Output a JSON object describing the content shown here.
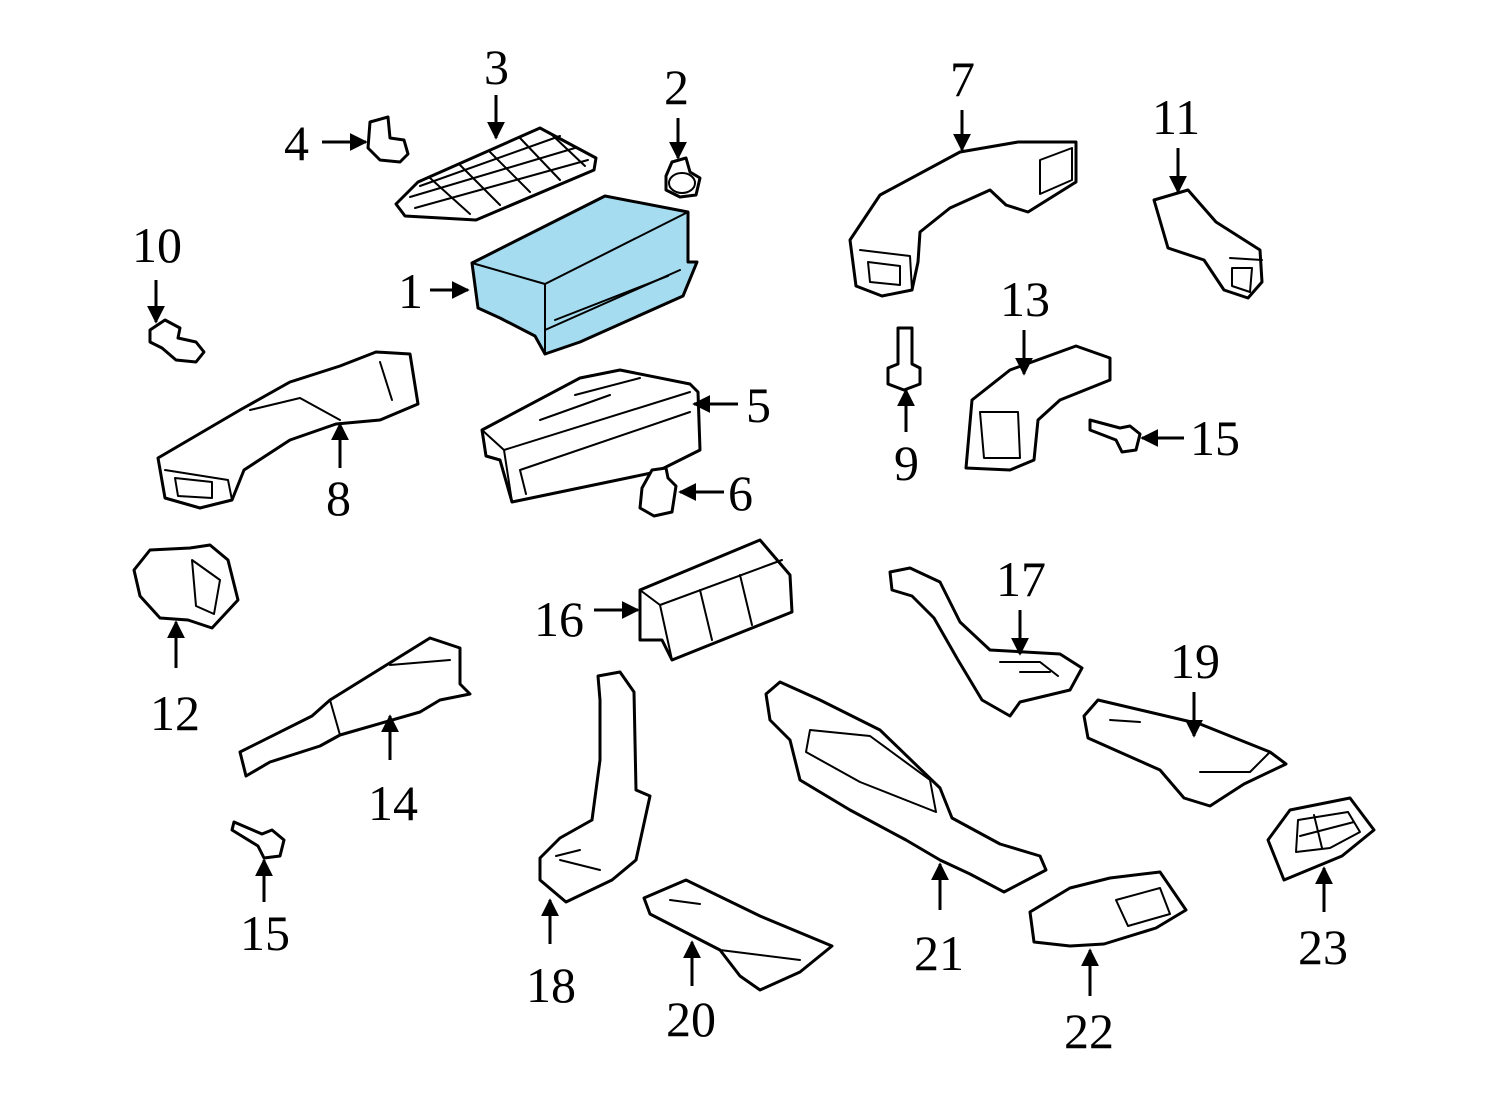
{
  "diagram": {
    "highlight_color": "#a6dcf0",
    "line_color": "#000000",
    "parts": [
      {
        "id": "1",
        "label": "1"
      },
      {
        "id": "2",
        "label": "2"
      },
      {
        "id": "3",
        "label": "3"
      },
      {
        "id": "4",
        "label": "4"
      },
      {
        "id": "5",
        "label": "5"
      },
      {
        "id": "6",
        "label": "6"
      },
      {
        "id": "7",
        "label": "7"
      },
      {
        "id": "8",
        "label": "8"
      },
      {
        "id": "9",
        "label": "9"
      },
      {
        "id": "10",
        "label": "10"
      },
      {
        "id": "11",
        "label": "11"
      },
      {
        "id": "12",
        "label": "12"
      },
      {
        "id": "13",
        "label": "13"
      },
      {
        "id": "14",
        "label": "14"
      },
      {
        "id": "15a",
        "label": "15"
      },
      {
        "id": "15b",
        "label": "15"
      },
      {
        "id": "16",
        "label": "16"
      },
      {
        "id": "17",
        "label": "17"
      },
      {
        "id": "18",
        "label": "18"
      },
      {
        "id": "19",
        "label": "19"
      },
      {
        "id": "20",
        "label": "20"
      },
      {
        "id": "21",
        "label": "21"
      },
      {
        "id": "22",
        "label": "22"
      },
      {
        "id": "23",
        "label": "23"
      }
    ]
  }
}
